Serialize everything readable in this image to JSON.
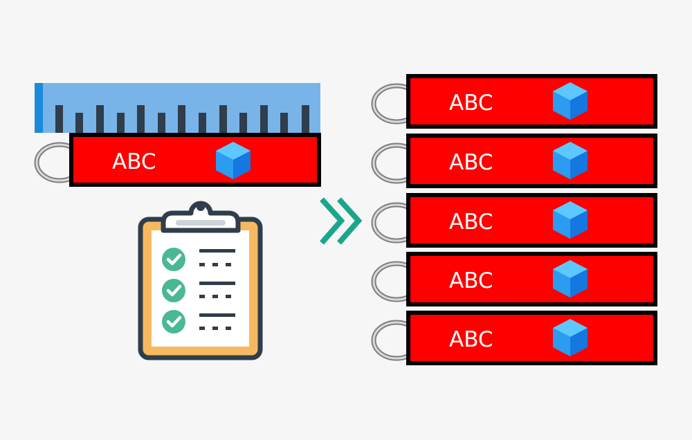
{
  "sample_tag": {
    "label": "ABC",
    "color": "#ff0000",
    "icon": "cube-icon"
  },
  "ruler": {
    "icon": "ruler-icon",
    "color": "#78b4e8",
    "accent_color": "#1a8bd8"
  },
  "checklist": {
    "icon": "clipboard-checklist-icon",
    "items": [
      {
        "icon": "check-circle-icon",
        "checked": true
      },
      {
        "icon": "check-circle-icon",
        "checked": true
      },
      {
        "icon": "check-circle-icon",
        "checked": true
      }
    ],
    "check_color": "#4ab890",
    "board_color": "#f7b960"
  },
  "arrow": {
    "icon": "double-chevron-right-icon",
    "color": "#1aa68a"
  },
  "output_tags": [
    {
      "label": "ABC",
      "icon": "cube-icon"
    },
    {
      "label": "ABC",
      "icon": "cube-icon"
    },
    {
      "label": "ABC",
      "icon": "cube-icon"
    },
    {
      "label": "ABC",
      "icon": "cube-icon"
    },
    {
      "label": "ABC",
      "icon": "cube-icon"
    }
  ]
}
